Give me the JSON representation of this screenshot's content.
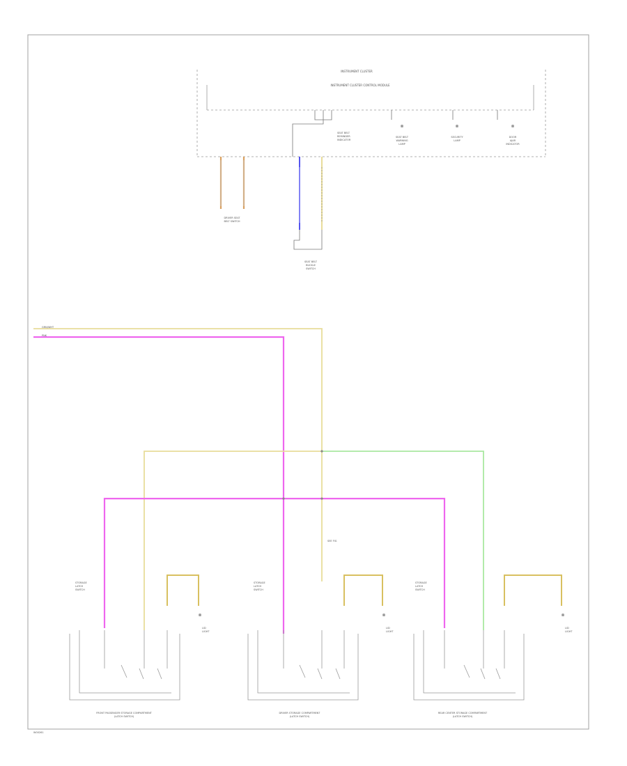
{
  "diagram": {
    "cluster_title": "INSTRUMENT CLUSTER",
    "cluster_module": "INSTRUMENT CLUSTER CONTROL MODULE",
    "cluster_items": [
      [
        "SEAT BELT",
        "REMINDER",
        "INDICATOR"
      ],
      [
        "SEAT BELT",
        "WARNING",
        "LAMP"
      ],
      [
        "SECURITY",
        "LAMP"
      ],
      [
        "DOOR",
        "AJAR",
        "INDICATOR"
      ]
    ],
    "left_connector_label": [
      "DRIVER SEAT",
      "BELT SWITCH"
    ],
    "buckle_label": [
      "SEAT BELT",
      "BUCKLE",
      "SWITCH"
    ],
    "bus_labels": [
      "GRN/WHT",
      "PNK"
    ],
    "mid_label": "SEE FIG",
    "switch_labels": [
      "FRONT PASSENGER STORAGE COMPARTMENT",
      "DRIVER STORAGE COMPARTMENT",
      "REAR CENTER STORAGE COMPARTMENT"
    ],
    "switch_sublabel": "(LATCH SWITCH)",
    "small_label": [
      "STORAGE",
      "LATCH",
      "SWITCH"
    ],
    "lamp_label": [
      "LID",
      "LIGHT"
    ],
    "footer": "W00261"
  },
  "colors": {
    "frame": "#a0a0a0",
    "pink": "#ee66ee",
    "yellow": "#e8dc9a",
    "green": "#a9e8a0",
    "blue": "#5555ee",
    "orange": "#d9a060",
    "lamp_wire": "#d8c060"
  }
}
